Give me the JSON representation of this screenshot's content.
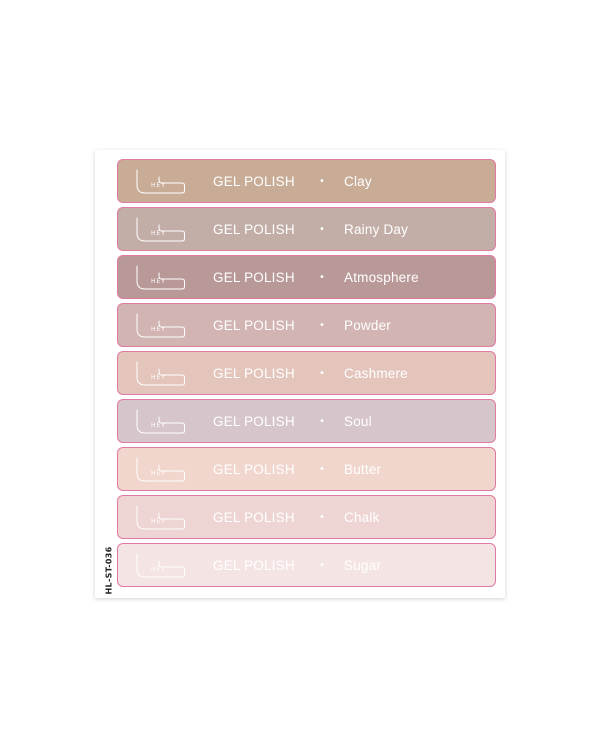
{
  "sheet": {
    "code": "HL-ST-036",
    "logo_text": "HEY",
    "separator": "•",
    "labels": [
      {
        "product": "GEL POLISH",
        "shade": "Clay",
        "color": "#c9ac96"
      },
      {
        "product": "GEL POLISH",
        "shade": "Rainy Day",
        "color": "#c3aea7"
      },
      {
        "product": "GEL POLISH",
        "shade": "Atmosphere",
        "color": "#b99898"
      },
      {
        "product": "GEL POLISH",
        "shade": "Powder",
        "color": "#d2b4b2"
      },
      {
        "product": "GEL POLISH",
        "shade": "Cashmere",
        "color": "#e3c5bc"
      },
      {
        "product": "GEL POLISH",
        "shade": "Soul",
        "color": "#d6c6cb"
      },
      {
        "product": "GEL POLISH",
        "shade": "Butter",
        "color": "#f0d6cd"
      },
      {
        "product": "GEL POLISH",
        "shade": "Chalk",
        "color": "#eed5d3"
      },
      {
        "product": "GEL POLISH",
        "shade": "Sugar",
        "color": "#f5e4e4"
      }
    ]
  }
}
